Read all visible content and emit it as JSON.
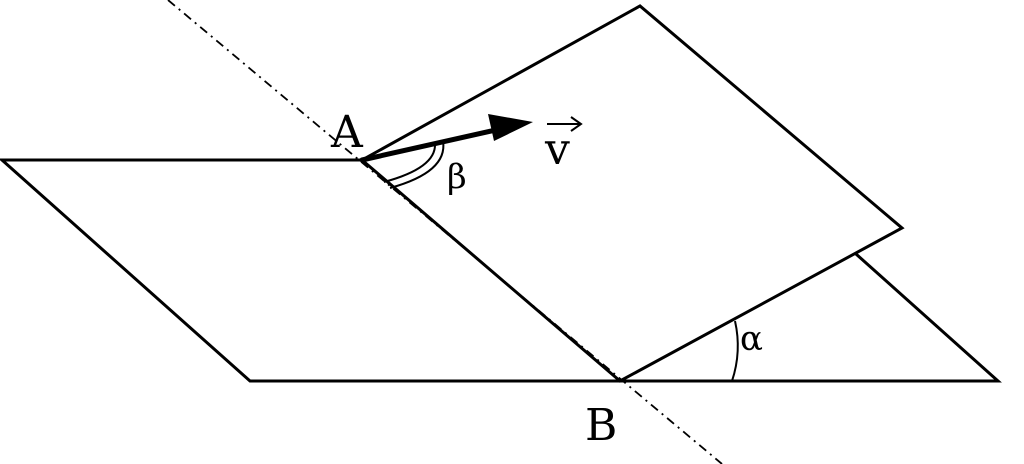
{
  "diagram": {
    "labels": {
      "point_a": "A",
      "point_b": "B",
      "vector_v": "v",
      "angle_beta": "β",
      "angle_alpha": "α"
    },
    "colors": {
      "stroke": "#000000",
      "background": "#ffffff"
    }
  }
}
